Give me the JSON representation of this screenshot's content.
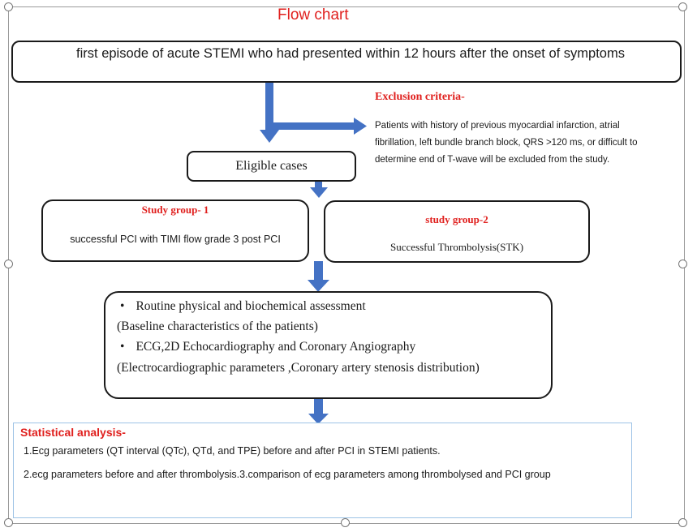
{
  "title": "Flow chart",
  "top_box": "first episode of acute STEMI who had presented within 12 hours after the onset of symptoms",
  "exclusion": {
    "heading": "Exclusion criteria-",
    "text": "Patients with history of previous myocardial infarction, atrial fibrillation, left bundle branch block, QRS >120 ms, or difficult to determine end of T-wave will be excluded from the study."
  },
  "eligible": "Eligible cases",
  "group1": {
    "heading": "Study group- 1",
    "text": "successful PCI with TIMI flow grade 3 post PCI"
  },
  "group2": {
    "heading": "study group-2",
    "text": "Successful Thrombolysis(STK)"
  },
  "assessment": {
    "bullet1": "Routine physical and biochemical assessment",
    "bullet1_sub": "(Baseline characteristics of the patients)",
    "bullet2": "ECG,2D Echocardiography and Coronary Angiography",
    "bullet2_sub": "(Electrocardiographic parameters ,Coronary artery stenosis distribution)"
  },
  "stats": {
    "heading": "Statistical analysis-",
    "line1": "1.Ecg parameters (QT interval (QTc), QTd, and TPE) before and after PCI in STEMI patients.",
    "line2": "2.ecg parameters before and after thrombolysis.3.comparison of ecg parameters among thrombolysed and PCI group"
  },
  "colors": {
    "title_red": "#e0201e",
    "arrow_blue": "#4472c4",
    "stats_border": "#9dc3e6"
  }
}
